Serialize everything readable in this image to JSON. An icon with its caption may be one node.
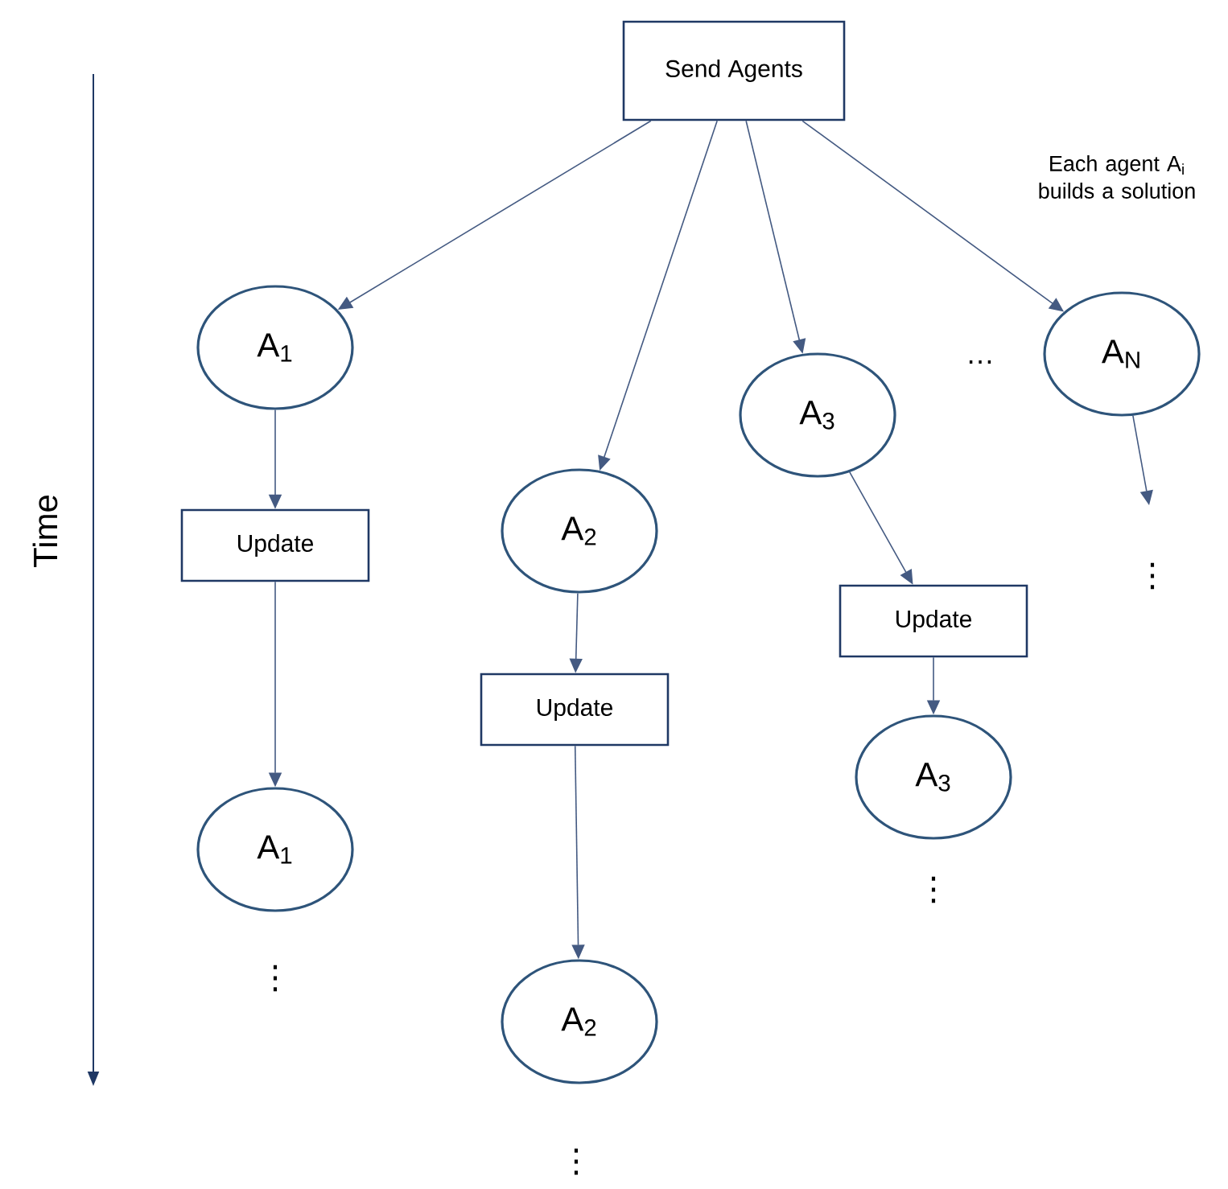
{
  "diagram": {
    "nodes": [
      {
        "text": [
          "Send Agents"
        ]
      },
      {
        "text": [
          "A$_{1}$"
        ]
      },
      {
        "text": [
          "A$_{2}$"
        ]
      },
      {
        "text": [
          "A$_{3}$"
        ]
      },
      {
        "text": [
          "A$_{N}$"
        ]
      },
      {
        "text": [
          "Update"
        ]
      },
      {
        "text": [
          "Update"
        ]
      },
      {
        "text": [
          "Update"
        ]
      },
      {
        "text": [
          "A$_{1}$"
        ]
      },
      {
        "text": [
          "A$_{3}$"
        ]
      },
      {
        "text": [
          "A$_{2}$"
        ]
      }
    ],
    "edges": [
      {
        "from": 0,
        "to": 1,
        "arrow": "to"
      },
      {
        "from": 0,
        "to": 2,
        "arrow": "to"
      },
      {
        "from": 0,
        "to": 3,
        "arrow": "to"
      },
      {
        "from": 0,
        "to": 4,
        "arrow": "to"
      },
      {
        "from": 1,
        "to": 5,
        "arrow": "to"
      },
      {
        "from": 5,
        "to": 8,
        "arrow": "to"
      },
      {
        "from": 2,
        "to": 6,
        "arrow": "to"
      },
      {
        "from": 6,
        "to": 10,
        "arrow": "to"
      },
      {
        "from": 3,
        "to": 7,
        "arrow": "to"
      },
      {
        "from": 7,
        "to": 9,
        "arrow": "to"
      },
      {
        "from": 4,
        "to": null,
        "arrow": "to"
      }
    ],
    "labels": [
      "Each agent A$_{i}$ builds a solution",
      "Time",
      "…",
      "⋮",
      "⋮",
      "⋮",
      "⋮"
    ]
  }
}
